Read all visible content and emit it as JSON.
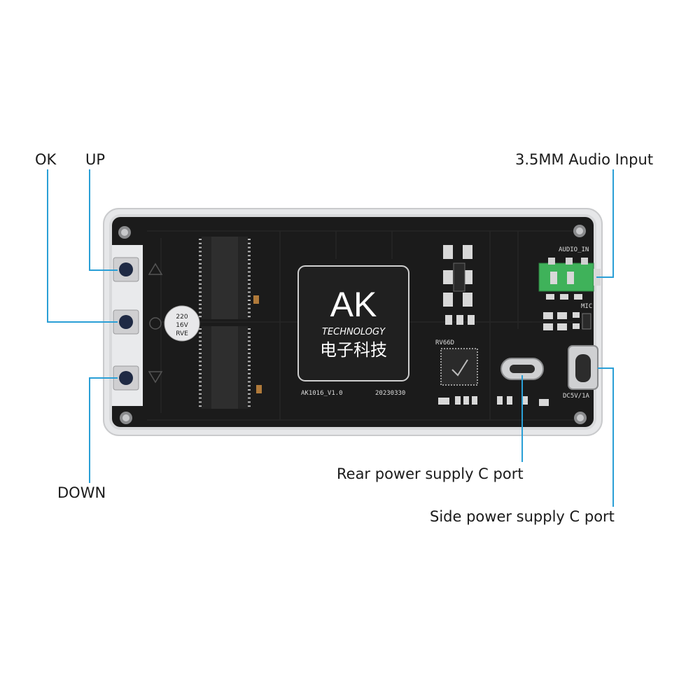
{
  "callouts": {
    "ok": "OK",
    "up": "UP",
    "down": "DOWN",
    "audio_input": "3.5MM Audio Input",
    "rear_port": "Rear power supply C port",
    "side_port": "Side power supply C port"
  },
  "board": {
    "brand": "AK",
    "brand_sub": "TECHNOLOGY",
    "brand_cn": "电子科技",
    "model": "AK1016_V1.0",
    "date": "20230330",
    "audio_silk": "AUDIO_IN",
    "mic_silk": "MIC",
    "dc_silk": "DC5V/1A",
    "mcu_silk": "RV66D",
    "cap_value": "220",
    "cap_voltage": "16V",
    "cap_brand": "RVE"
  },
  "colors": {
    "callout_line": "#2a9fd6",
    "pcb": "#1b1b1b",
    "frame": "#e4e5e7",
    "audio_jack": "#3fb25a"
  }
}
